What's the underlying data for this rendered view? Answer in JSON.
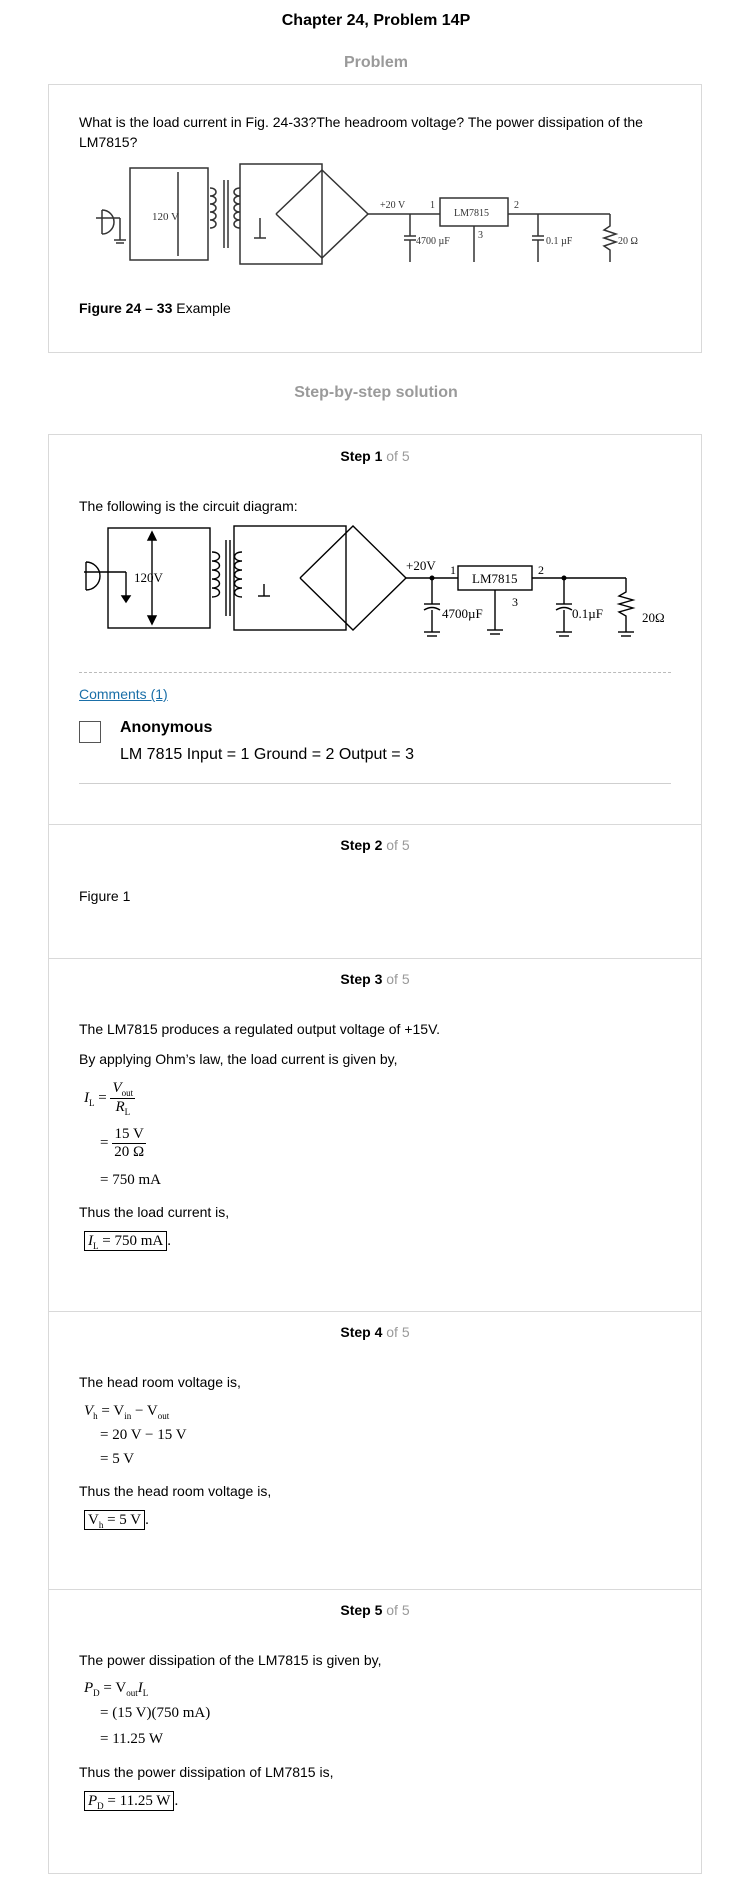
{
  "header": {
    "title": "Chapter 24, Problem 14P"
  },
  "problem": {
    "heading": "Problem",
    "question": "What is the load current in Fig. 24-33?The headroom voltage? The power dissipation of the LM7815?",
    "figure_bold": "Figure 24 – 33",
    "figure_rest": " Example",
    "circuit": {
      "v_in": "120 V",
      "v_dc": "+20 V",
      "pin1": "1",
      "pin2": "2",
      "pin3": "3",
      "reg": "LM7815",
      "cap1": "4700 µF",
      "cap2": "0.1 µF",
      "load": "20 Ω"
    }
  },
  "solution": {
    "heading": "Step-by-step solution",
    "of_label": "of 5",
    "step1": {
      "label": "Step 1",
      "text": "The following is the circuit diagram:",
      "circuit": {
        "v_in": "120V",
        "v_dc": "+20V",
        "pin1": "1",
        "pin2": "2",
        "pin3": "3",
        "reg": "LM7815",
        "cap1": "4700µF",
        "cap2": "0.1µF",
        "load": "20Ω"
      },
      "comments_link": "Comments (1)",
      "comment_author": "Anonymous",
      "comment_text": "LM 7815 Input = 1 Ground = 2 Output = 3"
    },
    "step2": {
      "label": "Step 2",
      "text": "Figure 1"
    },
    "step3": {
      "label": "Step 3",
      "text1": "The LM7815 produces a regulated output voltage of +15V.",
      "text2": "By applying Ohm’s law, the load current is given by,",
      "eq_lhs": "I",
      "eq_lhs_sub": "L",
      "eq_num": "V",
      "eq_num_sub": "out",
      "eq_den": "R",
      "eq_den_sub": "L",
      "eq2_num": "15 V",
      "eq2_den": "20 Ω",
      "eq3": "= 750 mA",
      "text3": "Thus the load current is,",
      "result": "= 750 mA"
    },
    "step4": {
      "label": "Step 4",
      "text1": "The head room voltage is,",
      "eq1": "V",
      "eq1_sub": "h",
      "eq1_rhs_a": "= V",
      "eq1_rhs_a_sub": "in",
      "eq1_rhs_b": " − V",
      "eq1_rhs_b_sub": "out",
      "eq2": "= 20 V − 15 V",
      "eq3": "= 5 V",
      "text2": "Thus the head room voltage is,",
      "result": "V",
      "result_sub": "h",
      "result_rhs": " = 5 V"
    },
    "step5": {
      "label": "Step 5",
      "text1": "The power dissipation of the LM7815 is given by,",
      "eq1_lhs": "P",
      "eq1_lhs_sub": "D",
      "eq1_rhs": "= V",
      "eq1_rhs_sub": "out",
      "eq1_rhs_end": "I",
      "eq1_rhs_end_sub": "L",
      "eq2": "= (15 V)(750 mA)",
      "eq3": "= 11.25 W",
      "text2": "Thus the power dissipation of LM7815 is,",
      "result": "P",
      "result_sub": "D",
      "result_rhs": " = 11.25 W"
    }
  }
}
